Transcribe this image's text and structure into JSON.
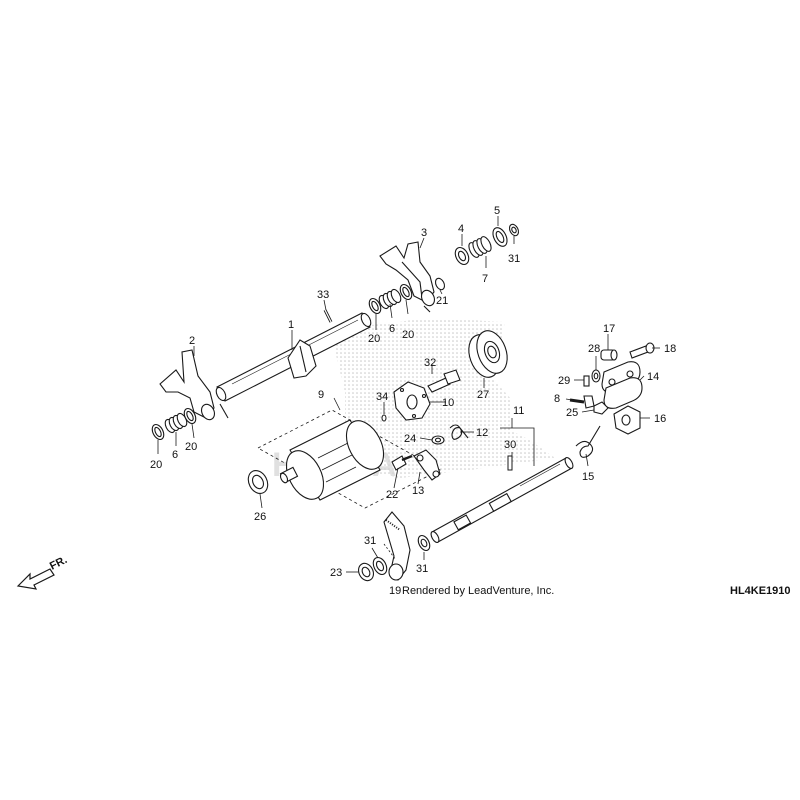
{
  "diagram": {
    "code": "HL4KE1910",
    "credit": "Rendered by LeadVenture, Inc.",
    "direction_label": "FR.",
    "parts": [
      "1",
      "2",
      "3",
      "4",
      "5",
      "6",
      "6",
      "7",
      "8",
      "9",
      "10",
      "11",
      "12",
      "13",
      "14",
      "15",
      "16",
      "17",
      "18",
      "19",
      "20",
      "20",
      "20",
      "20",
      "21",
      "22",
      "23",
      "24",
      "25",
      "26",
      "27",
      "28",
      "29",
      "30",
      "31",
      "31",
      "31",
      "32",
      "33",
      "34"
    ]
  },
  "colors": {
    "line": "#1a1a1a",
    "shade": "#b9b9b9",
    "dots": "#9a9a9a"
  }
}
